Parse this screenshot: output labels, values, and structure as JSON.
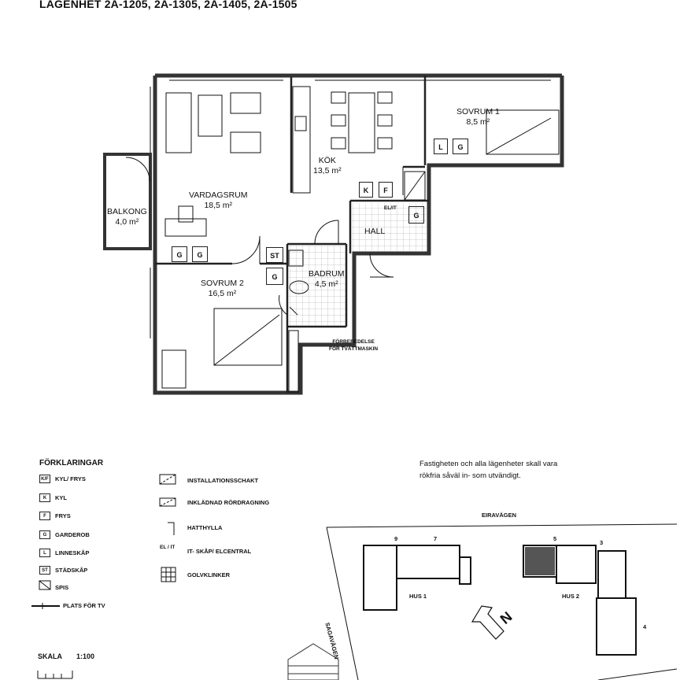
{
  "title": "LÄGENHET 2A-1205, 2A-1305, 2A-1405, 2A-1505",
  "rooms": {
    "kok": {
      "name": "KÖK",
      "area": "13,5 m²"
    },
    "sovrum1": {
      "name": "SOVRUM 1",
      "area": "8,5 m²"
    },
    "vardagsrum": {
      "name": "VARDAGSRUM",
      "area": "18,5 m²"
    },
    "balkong": {
      "name": "BALKONG",
      "area": "4,0 m²"
    },
    "hall": {
      "name": "HALL",
      "area": ""
    },
    "badrum": {
      "name": "BADRUM",
      "area": "4,5 m²"
    },
    "sovrum2": {
      "name": "SOVRUM 2",
      "area": "16,5 m²"
    }
  },
  "fixtures": {
    "k": "K",
    "f": "F",
    "l": "L",
    "g": "G",
    "st": "ST",
    "elit": "EL/IT"
  },
  "washer_note": [
    "FÖRBEREDELSE",
    "FÖR TVÄTTMASKIN"
  ],
  "legend": {
    "heading": "FÖRKLARINGAR",
    "left": [
      {
        "symbol": "K/F",
        "label": "KYL/ FRYS"
      },
      {
        "symbol": "K",
        "label": "KYL"
      },
      {
        "symbol": "F",
        "label": "FRYS"
      },
      {
        "symbol": "G",
        "label": "GARDEROB"
      },
      {
        "symbol": "L",
        "label": "LINNESKÅP"
      },
      {
        "symbol": "ST",
        "label": "STÄDSKÅP"
      },
      {
        "symbol": "",
        "label": "SPIS"
      },
      {
        "symbol": "",
        "label": "PLATS FÖR TV"
      }
    ],
    "right": [
      {
        "label": "INSTALLATIONSSCHAKT"
      },
      {
        "label": "INKLÄDNAD RÖRDRAGNING"
      },
      {
        "label": "HATTHYLLA"
      },
      {
        "symbol": "EL / IT",
        "label": "IT- SKÅP/ ELCENTRAL"
      },
      {
        "label": "GOLVKLINKER"
      }
    ]
  },
  "note": [
    "Fastigheten och alla lägenheter skall vara",
    "rökfria såväl in- som utvändigt."
  ],
  "site_map": {
    "road_top": "EIRAVÄGEN",
    "road_side": "SAGAVÄGEN",
    "house1": "HUS 1",
    "house2": "HUS 2",
    "numbers": [
      "9",
      "7",
      "5",
      "3",
      "4"
    ],
    "north": "N"
  },
  "scale": {
    "label": "SKALA",
    "value": "1:100"
  }
}
